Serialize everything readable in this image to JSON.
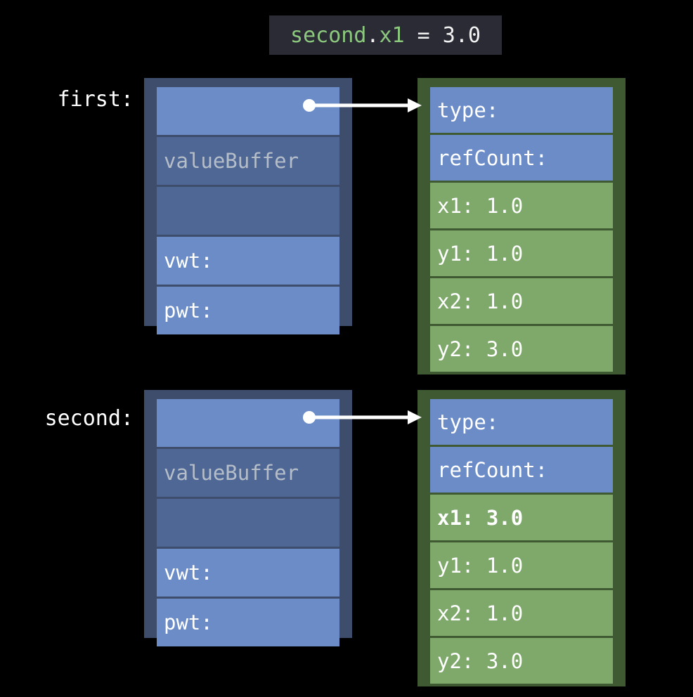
{
  "code_header": {
    "target": "second",
    "dot": ".",
    "property": "x1",
    "operator": " = ",
    "value": "3.0",
    "full_text": "second.x1 = 3.0",
    "bg_color": "#2b2b36",
    "identifier_color": "#8cc97e",
    "punctuation_color": "#f2f2f2"
  },
  "labels": {
    "first": "first:",
    "second": "second:"
  },
  "colors": {
    "background": "#000000",
    "blue_frame": "#3d4d6b",
    "blue_cell_light": "#6b8cc7",
    "blue_cell_dark": "#4f6795",
    "green_frame": "#3f5a33",
    "green_cell": "#7fa86b",
    "placeholder_text": "#b5bdc9",
    "arrow": "#ffffff"
  },
  "first_struct": {
    "rows": [
      {
        "label": "",
        "style": "cell-blue-light",
        "has_pointer": true
      },
      {
        "label": "valueBuffer",
        "style": "cell-blue-dark",
        "placeholder": true
      },
      {
        "label": "",
        "style": "cell-blue-dark"
      },
      {
        "label": "vwt:",
        "style": "cell-blue-light"
      },
      {
        "label": "pwt:",
        "style": "cell-blue-light"
      }
    ]
  },
  "second_struct": {
    "rows": [
      {
        "label": "",
        "style": "cell-blue-light",
        "has_pointer": true
      },
      {
        "label": "valueBuffer",
        "style": "cell-blue-dark",
        "placeholder": true
      },
      {
        "label": "",
        "style": "cell-blue-dark"
      },
      {
        "label": "vwt:",
        "style": "cell-blue-light"
      },
      {
        "label": "pwt:",
        "style": "cell-blue-light"
      }
    ]
  },
  "first_object": {
    "rows": [
      {
        "label": "type:",
        "style": "cell-blue-light"
      },
      {
        "label": "refCount:",
        "style": "cell-blue-light"
      },
      {
        "label": "x1: 1.0",
        "style": "cell-green"
      },
      {
        "label": "y1: 1.0",
        "style": "cell-green"
      },
      {
        "label": "x2: 1.0",
        "style": "cell-green"
      },
      {
        "label": "y2: 3.0",
        "style": "cell-green"
      }
    ]
  },
  "second_object": {
    "rows": [
      {
        "label": "type:",
        "style": "cell-blue-light"
      },
      {
        "label": "refCount:",
        "style": "cell-blue-light"
      },
      {
        "label": "x1: 3.0",
        "style": "cell-green",
        "bold": true
      },
      {
        "label": "y1: 1.0",
        "style": "cell-green"
      },
      {
        "label": "x2: 1.0",
        "style": "cell-green"
      },
      {
        "label": "y2: 3.0",
        "style": "cell-green"
      }
    ]
  },
  "arrows": [
    {
      "name": "first-reference-arrow",
      "from": "first-struct-pointer-row",
      "to": "first-object-type-row"
    },
    {
      "name": "second-reference-arrow",
      "from": "second-struct-pointer-row",
      "to": "second-object-type-row"
    }
  ]
}
